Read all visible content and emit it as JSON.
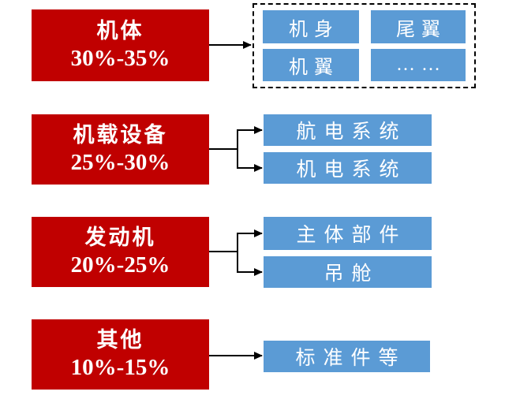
{
  "colors": {
    "category_box": "#C00000",
    "component_box": "#5B9BD5",
    "connector": "#000000",
    "text": "#ffffff"
  },
  "groups": [
    {
      "category": {
        "title": "机体",
        "range": "30%-35%"
      },
      "children": [
        "机身",
        "尾翼",
        "机翼",
        "……"
      ]
    },
    {
      "category": {
        "title": "机载设备",
        "range": "25%-30%"
      },
      "children": [
        "航电系统",
        "机电系统"
      ]
    },
    {
      "category": {
        "title": "发动机",
        "range": "20%-25%"
      },
      "children": [
        "主体部件",
        "吊舱"
      ]
    },
    {
      "category": {
        "title": "其他",
        "range": "10%-15%"
      },
      "children": [
        "标准件等"
      ]
    }
  ]
}
